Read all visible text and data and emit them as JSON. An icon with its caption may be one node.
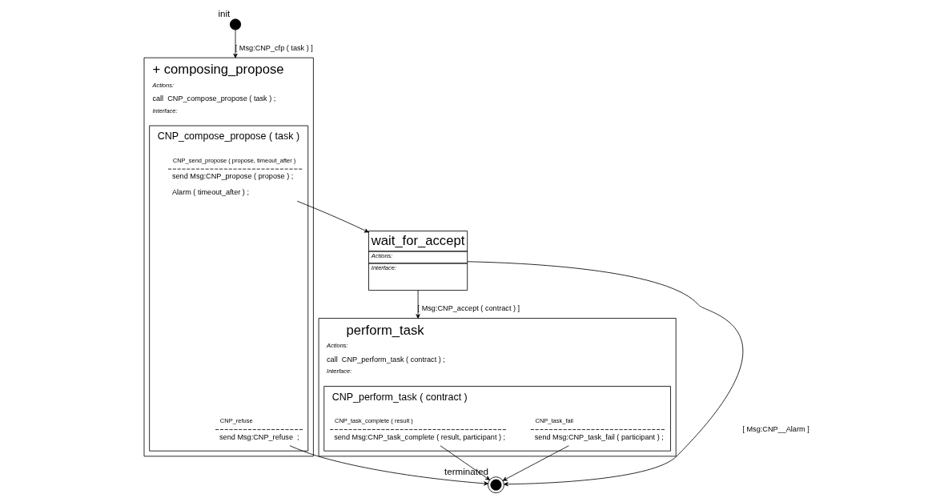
{
  "diagram": {
    "nodes": [
      {
        "text": [],
        "shape": "circle",
        "beside": [
          "init"
        ]
      },
      {
        "text": [
          "+ composing_propose",
          "Actions:",
          "call  CNP_compose_propose ( task ) ;",
          "Interface:"
        ]
      },
      {
        "text": [
          "CNP_compose_propose ( task )"
        ],
        "in": 1
      },
      {
        "text": [
          "CNP_send_propose ( propose, timeout_after )",
          "send Msg:CNP_propose ( propose ) ;",
          "Alarm ( timeout_after ) ;"
        ],
        "in": 2
      },
      {
        "text": [
          "CNP_refuse",
          "send Msg:CNP_refuse  ;"
        ],
        "in": 2
      },
      {
        "text": [
          "wait_for_accept",
          "Actions:",
          "Interface:"
        ]
      },
      {
        "text": [
          "perform_task",
          "Actions:",
          "call  CNP_perform_task ( contract ) ;",
          "Interface:"
        ]
      },
      {
        "text": [
          "CNP_perform_task ( contract )"
        ],
        "in": 6
      },
      {
        "text": [
          "CNP_task_complete ( result )",
          "send Msg:CNP_task_complete ( result, participant ) ;"
        ],
        "in": 7
      },
      {
        "text": [
          "CNP_task_fail",
          "send Msg:CNP_task_fail ( participant ) ;"
        ],
        "in": 7
      },
      {
        "text": [],
        "shape": "circle",
        "beside": [
          "terminated"
        ]
      }
    ],
    "edges": [
      {
        "from": 0,
        "to": 1,
        "arrow": "to",
        "label": "[ Msg:CNP_cfp ( task ) ]"
      },
      {
        "from": 5,
        "to": 6,
        "arrow": "to",
        "label": "[ Msg:CNP_accept ( contract ) ]"
      },
      {
        "from": 3,
        "to": 5,
        "arrow": "to"
      },
      {
        "from": 5,
        "to": 10,
        "arrow": "to",
        "label": "[ Msg:CNP__Alarm ]"
      },
      {
        "from": 4,
        "to": 10,
        "arrow": "to"
      },
      {
        "from": 8,
        "to": 10,
        "arrow": "to"
      },
      {
        "from": 9,
        "to": 10,
        "arrow": "to"
      }
    ]
  }
}
